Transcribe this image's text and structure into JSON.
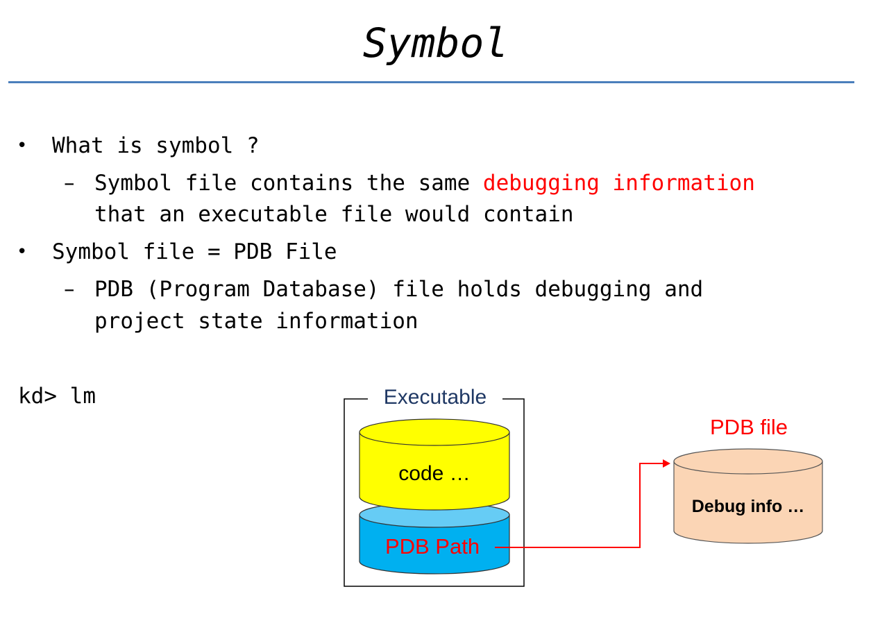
{
  "slide": {
    "title": "Symbol"
  },
  "bullets": [
    {
      "text": "What is symbol ?",
      "sub": {
        "line1_before": "Symbol file contains the same ",
        "line1_highlight": "debugging information",
        "line2": "that an executable file would contain"
      }
    },
    {
      "text": "Symbol file = PDB File",
      "sub": {
        "line1": "PDB (Program Database) file holds debugging and",
        "line2": "project state information"
      }
    }
  ],
  "command": "kd> lm",
  "diagram": {
    "executable_label": "Executable",
    "code_label": "code …",
    "pdb_path_label": "PDB Path",
    "pdb_file_label": "PDB file",
    "debug_info_label": "Debug info …",
    "colors": {
      "title_rule": "#4a7ebb",
      "highlight": "#ff0000",
      "executable_text": "#1f3864",
      "code_cylinder": "#ffff00",
      "pdb_path_cylinder": "#00b0f0",
      "pdb_file_cylinder": "#fbd5b5",
      "arrow": "#ff0000"
    }
  }
}
